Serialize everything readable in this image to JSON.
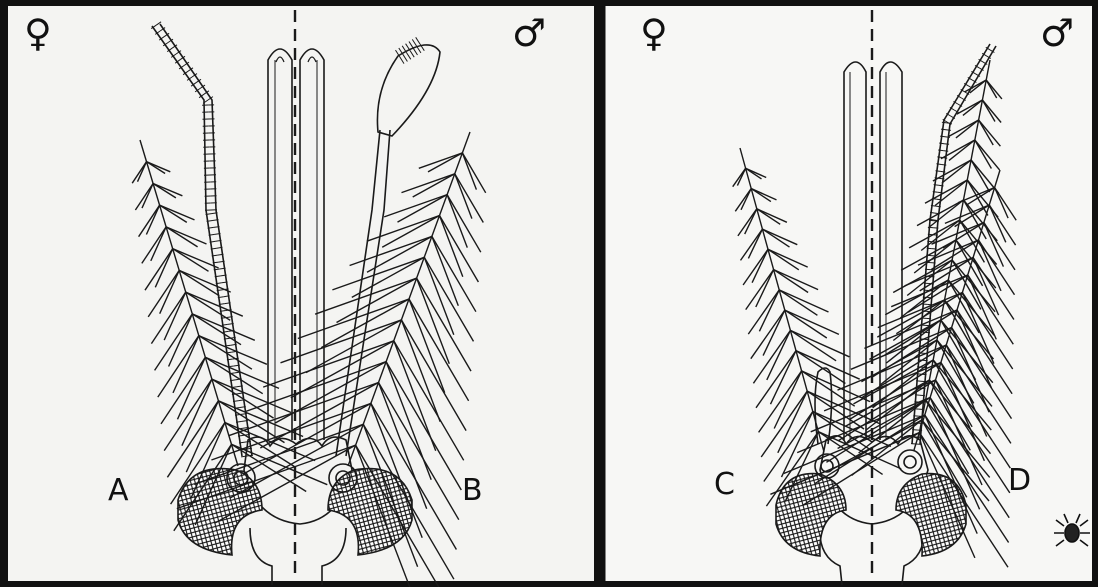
{
  "panels": [
    {
      "left_sex": "♀",
      "right_sex": "♂",
      "left_label": "A",
      "right_label": "B"
    },
    {
      "left_sex": "♀",
      "right_sex": "♂",
      "left_label": "C",
      "right_label": "D"
    }
  ],
  "colors": {
    "ink": "#1a1a1a",
    "paper_left": "#f4f4f2",
    "paper_right": "#f7f7f5",
    "frame": "#000000"
  },
  "icons": [
    "female-symbol-icon",
    "male-symbol-icon",
    "small-insect-icon"
  ]
}
